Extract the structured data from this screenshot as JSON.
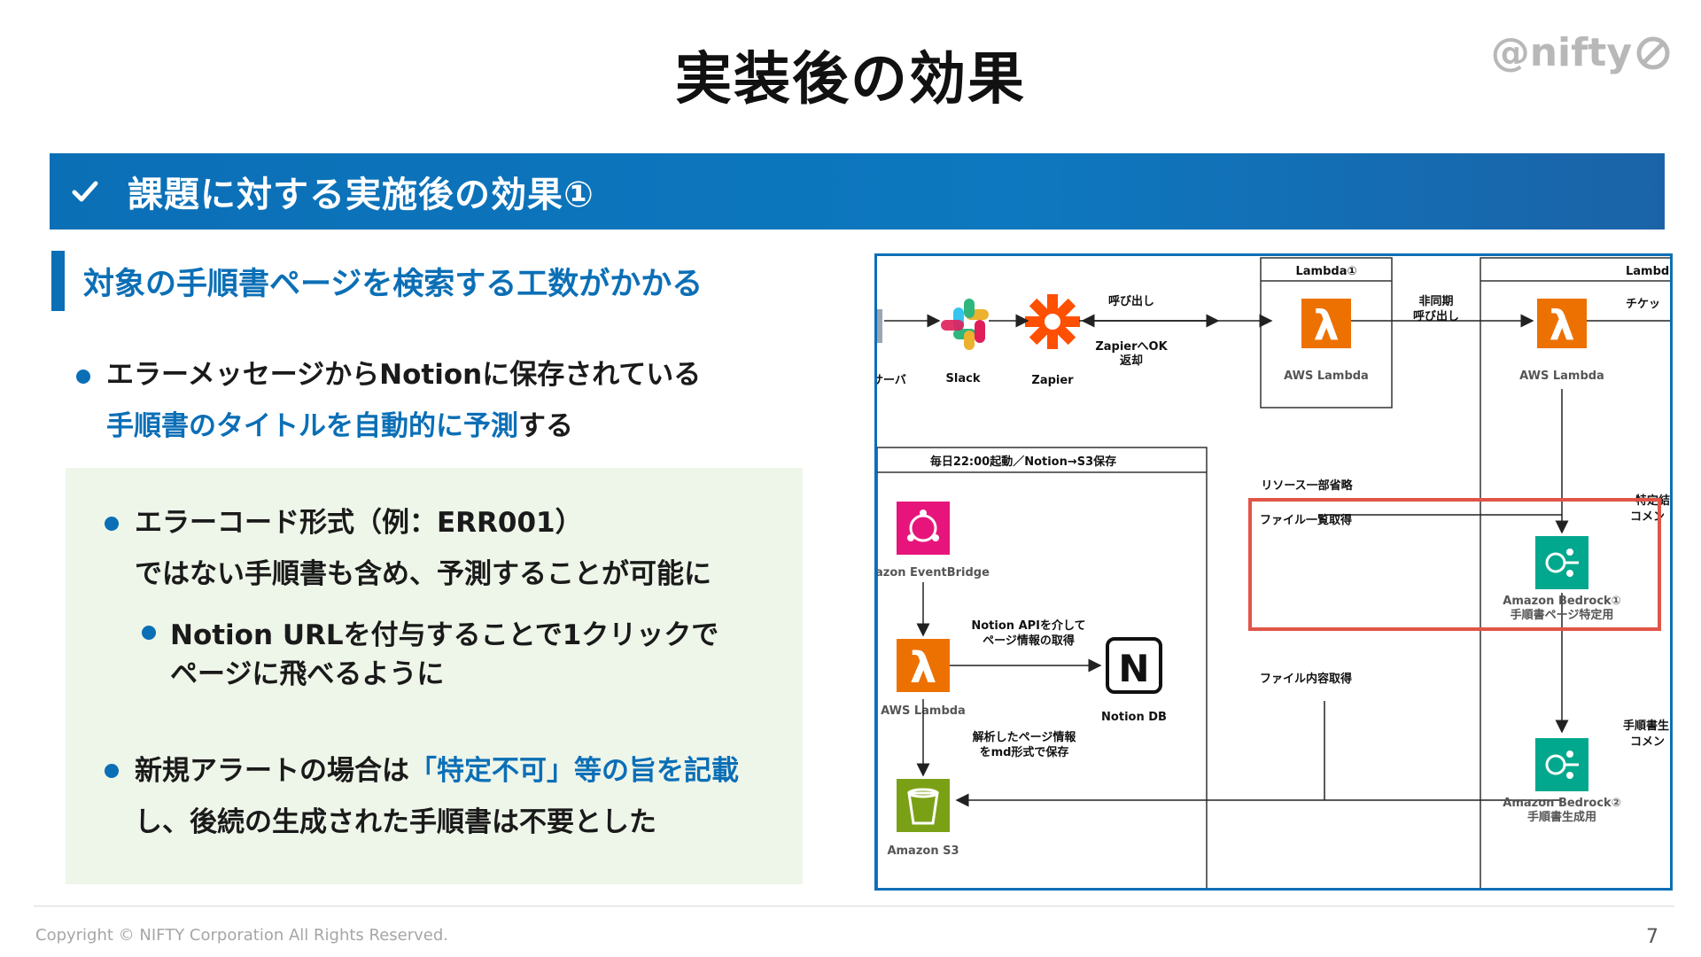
{
  "header": {
    "title": "実装後の効果",
    "logo_text": "@nifty"
  },
  "banner": {
    "text": "課題に対する実施後の効果①",
    "icon": "check-icon",
    "color": "#0b6fb6"
  },
  "subheading": "対象の手順書ページを検索する工数がかかる",
  "bullet1": {
    "line1": "エラーメッセージからNotionに保存されている",
    "line2_highlight": "手順書のタイトルを自動的に予測",
    "line2_rest": "する"
  },
  "green_box": {
    "item1": {
      "line1": "エラーコード形式（例：ERR001）",
      "line2": "ではない手順書も含め、予測することが可能に"
    },
    "item2": {
      "line1": "Notion URLを付与することで1クリックで",
      "line2": "ページに飛べるように"
    },
    "item3": {
      "line1_pre": "新規アラートの場合は",
      "line1_highlight": "「特定不可」等の旨を記載",
      "line2": "し、後続の生成された手順書は不要とした"
    }
  },
  "diagram": {
    "server_label": "サーバ",
    "slack": "Slack",
    "zapier": "Zapier",
    "call": "呼び出し",
    "zapier_ok_1": "ZapierへOK",
    "zapier_ok_2": "返却",
    "lambda1_header": "Lambda①",
    "lambda1_label": "AWS Lambda",
    "async_1": "非同期",
    "async_2": "呼び出し",
    "lambda2_header": "Lambd",
    "lambda2_label": "AWS Lambda",
    "ticket": "チケッ",
    "daily_header": "毎日22:00起動／Notion→S3保存",
    "eventbridge": "azon EventBridge",
    "lambda3_label": "AWS Lambda",
    "notion_api_1": "Notion APIを介して",
    "notion_api_2": "ページ情報の取得",
    "notion_db": "Notion DB",
    "parsed_1": "解析したページ情報",
    "parsed_2": "をmd形式で保存",
    "s3": "Amazon S3",
    "resource_omitted": "リソース一部省略",
    "file_list": "ファイル一覧取得",
    "file_content": "ファイル内容取得",
    "bedrock1_1": "Amazon Bedrock①",
    "bedrock1_2": "手順書ページ特定用",
    "bedrock2_1": "Amazon Bedrock②",
    "bedrock2_2": "手順書生成用",
    "right_cut_1": "特定結",
    "right_cut_2": "コメン",
    "right_cut_3": "手順書生",
    "right_cut_4": "コメン"
  },
  "footer": {
    "copyright": "Copyright © NIFTY Corporation All Rights Reserved.",
    "page": "7"
  }
}
